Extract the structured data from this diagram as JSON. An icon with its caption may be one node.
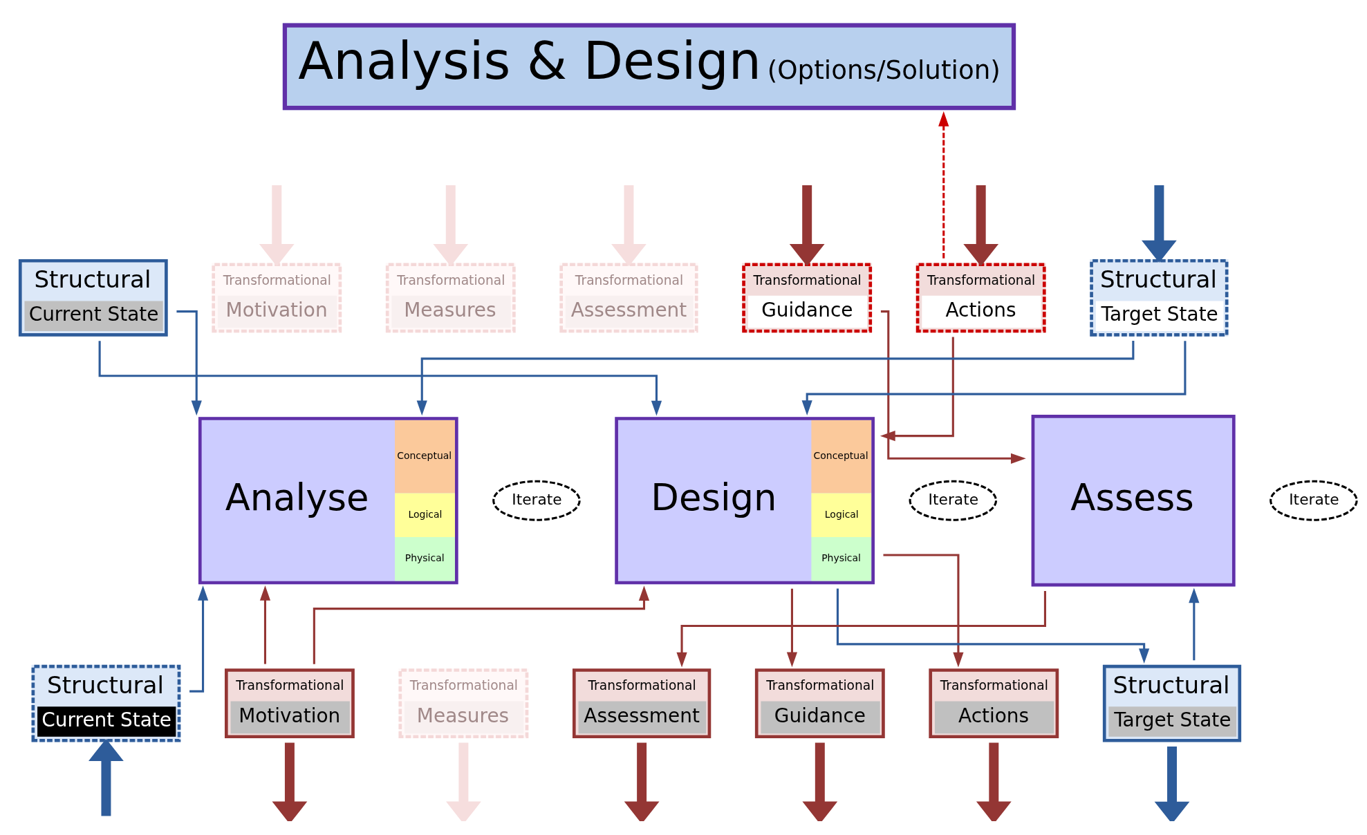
{
  "diagram": {
    "nodes": [
      {
        "text": [
          "Analysis & Design",
          "(Options/Solution)"
        ]
      },
      {
        "text": [
          "Structural",
          "Current State"
        ]
      },
      {
        "text": [
          "Transformational",
          "Motivation"
        ]
      },
      {
        "text": [
          "Transformational",
          "Measures"
        ]
      },
      {
        "text": [
          "Transformational",
          "Assessment"
        ]
      },
      {
        "text": [
          "Transformational",
          "Guidance"
        ]
      },
      {
        "text": [
          "Transformational",
          "Actions"
        ]
      },
      {
        "text": [
          "Structural",
          "Target State"
        ]
      },
      {
        "text": [
          "Iterate"
        ]
      },
      {
        "text": [
          "Analyse",
          "Conceptual",
          "Logical",
          "Physical"
        ]
      },
      {
        "text": [
          "Iterate"
        ]
      },
      {
        "text": [
          "Design",
          "Conceptual",
          "Logical",
          "Physical"
        ]
      },
      {
        "text": [
          "Iterate"
        ]
      },
      {
        "text": [
          "Assess"
        ]
      },
      {
        "text": [
          "Structural",
          "Current State"
        ]
      },
      {
        "text": [
          "Transformational",
          "Motivation"
        ]
      },
      {
        "text": [
          "Transformational",
          "Measures"
        ]
      },
      {
        "text": [
          "Transformational",
          "Assessment"
        ]
      },
      {
        "text": [
          "Transformational",
          "Guidance"
        ]
      },
      {
        "text": [
          "Transformational",
          "Actions"
        ]
      },
      {
        "text": [
          "Structural",
          "Target State"
        ]
      }
    ],
    "edges": [
      {
        "from": null,
        "to": 2,
        "arrow": "to",
        "style": "thick",
        "color": "#f6dede"
      },
      {
        "from": null,
        "to": 3,
        "arrow": "to",
        "style": "thick",
        "color": "#f6dede"
      },
      {
        "from": null,
        "to": 4,
        "arrow": "to",
        "style": "thick",
        "color": "#f6dede"
      },
      {
        "from": null,
        "to": 5,
        "arrow": "to",
        "style": "thick",
        "color": "#943634"
      },
      {
        "from": null,
        "to": 6,
        "arrow": "to",
        "style": "thick",
        "color": "#943634"
      },
      {
        "from": null,
        "to": 7,
        "arrow": "to",
        "style": "thick",
        "color": "#2e5c9a"
      },
      {
        "from": 6,
        "to": 0,
        "arrow": "to",
        "style": "dashed",
        "color": "#cc0000"
      },
      {
        "from": 1,
        "to": 9,
        "arrow": "to",
        "color": "#2e5c9a"
      },
      {
        "from": 1,
        "to": 11,
        "arrow": "to",
        "color": "#2e5c9a"
      },
      {
        "from": 7,
        "to": 9,
        "arrow": "to",
        "color": "#2e5c9a"
      },
      {
        "from": 6,
        "to": 11,
        "arrow": "to",
        "color": "#943634"
      },
      {
        "from": 5,
        "to": 13,
        "arrow": "to",
        "color": "#943634"
      },
      {
        "from": 7,
        "to": 11,
        "arrow": "to",
        "color": "#2e5c9a"
      },
      {
        "from": 14,
        "to": 9,
        "arrow": "to",
        "color": "#2e5c9a"
      },
      {
        "from": 15,
        "to": 9,
        "arrow": "to",
        "color": "#943634"
      },
      {
        "from": 15,
        "to": 11,
        "arrow": "to",
        "color": "#943634"
      },
      {
        "from": 11,
        "to": 18,
        "arrow": "to",
        "color": "#943634"
      },
      {
        "from": 11,
        "to": 19,
        "arrow": "to",
        "color": "#943634"
      },
      {
        "from": 11,
        "to": 20,
        "arrow": "to",
        "color": "#2e5c9a"
      },
      {
        "from": 13,
        "to": 17,
        "arrow": "to",
        "color": "#943634"
      },
      {
        "from": 20,
        "to": 13,
        "arrow": "to",
        "color": "#2e5c9a"
      },
      {
        "from": null,
        "to": 14,
        "arrow": "to",
        "style": "thick",
        "color": "#2e5c9a"
      },
      {
        "from": 15,
        "to": null,
        "arrow": "to",
        "style": "thick",
        "color": "#943634"
      },
      {
        "from": 16,
        "to": null,
        "arrow": "to",
        "style": "thick",
        "color": "#f6dede"
      },
      {
        "from": 17,
        "to": null,
        "arrow": "to",
        "style": "thick",
        "color": "#943634"
      },
      {
        "from": 18,
        "to": null,
        "arrow": "to",
        "style": "thick",
        "color": "#943634"
      },
      {
        "from": 19,
        "to": null,
        "arrow": "to",
        "style": "thick",
        "color": "#943634"
      },
      {
        "from": 20,
        "to": null,
        "arrow": "to",
        "style": "thick",
        "color": "#2e5c9a"
      }
    ]
  }
}
